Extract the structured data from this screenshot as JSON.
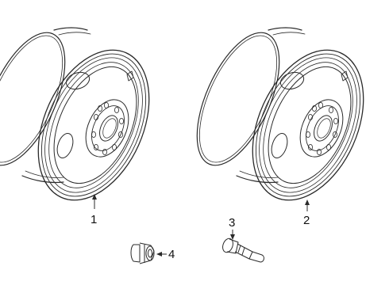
{
  "callouts": {
    "wheel_left": "1",
    "wheel_right": "2",
    "valve_stem": "3",
    "lug_nut": "4"
  },
  "parts": [
    {
      "callout": "1",
      "icon": "steel-wheel-icon"
    },
    {
      "callout": "2",
      "icon": "steel-wheel-icon"
    },
    {
      "callout": "3",
      "icon": "valve-stem-icon"
    },
    {
      "callout": "4",
      "icon": "lug-nut-icon"
    }
  ],
  "colors": {
    "line": "#2a2a2a",
    "background": "#ffffff"
  }
}
